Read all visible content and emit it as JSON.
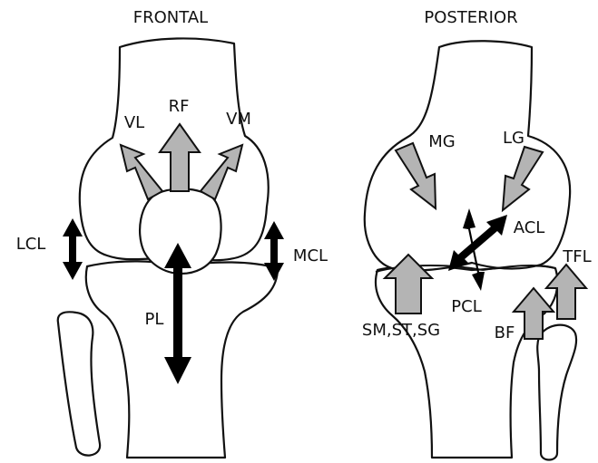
{
  "panels": {
    "frontal": {
      "title": "FRONTAL",
      "labels": {
        "vl": "VL",
        "rf": "RF",
        "vm": "VM",
        "lcl": "LCL",
        "mcl": "MCL",
        "pl": "PL"
      }
    },
    "posterior": {
      "title": "POSTERIOR",
      "labels": {
        "mg": "MG",
        "lg": "LG",
        "acl": "ACL",
        "tfl": "TFL",
        "pcl": "PCL",
        "sm_st_sg": "SM,ST,SG",
        "bf": "BF"
      }
    }
  },
  "colors": {
    "muscle_arrow_fill": "#b4b4b4",
    "ligament_arrow_fill": "#000000",
    "outline": "#111111"
  }
}
